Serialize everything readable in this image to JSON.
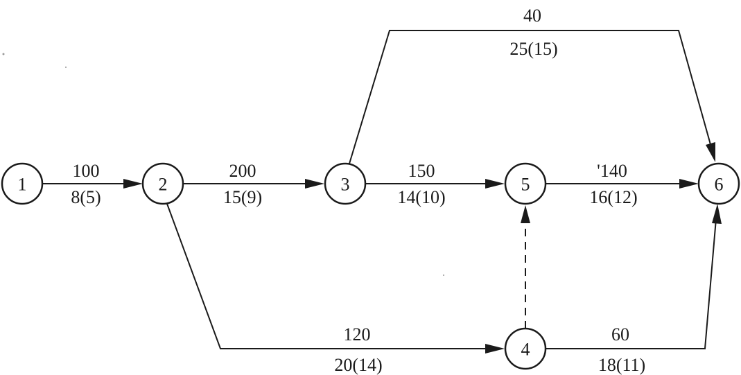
{
  "diagram": {
    "nodes": [
      {
        "id": "1",
        "label": "1"
      },
      {
        "id": "2",
        "label": "2"
      },
      {
        "id": "3",
        "label": "3"
      },
      {
        "id": "4",
        "label": "4"
      },
      {
        "id": "5",
        "label": "5"
      },
      {
        "id": "6",
        "label": "6"
      }
    ],
    "edges": [
      {
        "id": "1-2",
        "from": "1",
        "to": "2",
        "style": "solid",
        "top_label": "100",
        "bottom_label": "8(5)"
      },
      {
        "id": "2-3",
        "from": "2",
        "to": "3",
        "style": "solid",
        "top_label": "200",
        "bottom_label": "15(9)"
      },
      {
        "id": "3-5",
        "from": "3",
        "to": "5",
        "style": "solid",
        "top_label": "150",
        "bottom_label": "14(10)"
      },
      {
        "id": "5-6",
        "from": "5",
        "to": "6",
        "style": "solid",
        "top_label": "'140",
        "bottom_label": "16(12)"
      },
      {
        "id": "3-6",
        "from": "3",
        "to": "6",
        "style": "solid",
        "top_label": "40",
        "bottom_label": "25(15)"
      },
      {
        "id": "2-4",
        "from": "2",
        "to": "4",
        "style": "solid",
        "top_label": "120",
        "bottom_label": "20(14)"
      },
      {
        "id": "4-6",
        "from": "4",
        "to": "6",
        "style": "solid",
        "top_label": "60",
        "bottom_label": "18(11)"
      },
      {
        "id": "4-5",
        "from": "4",
        "to": "5",
        "style": "dashed",
        "top_label": "",
        "bottom_label": ""
      }
    ]
  }
}
